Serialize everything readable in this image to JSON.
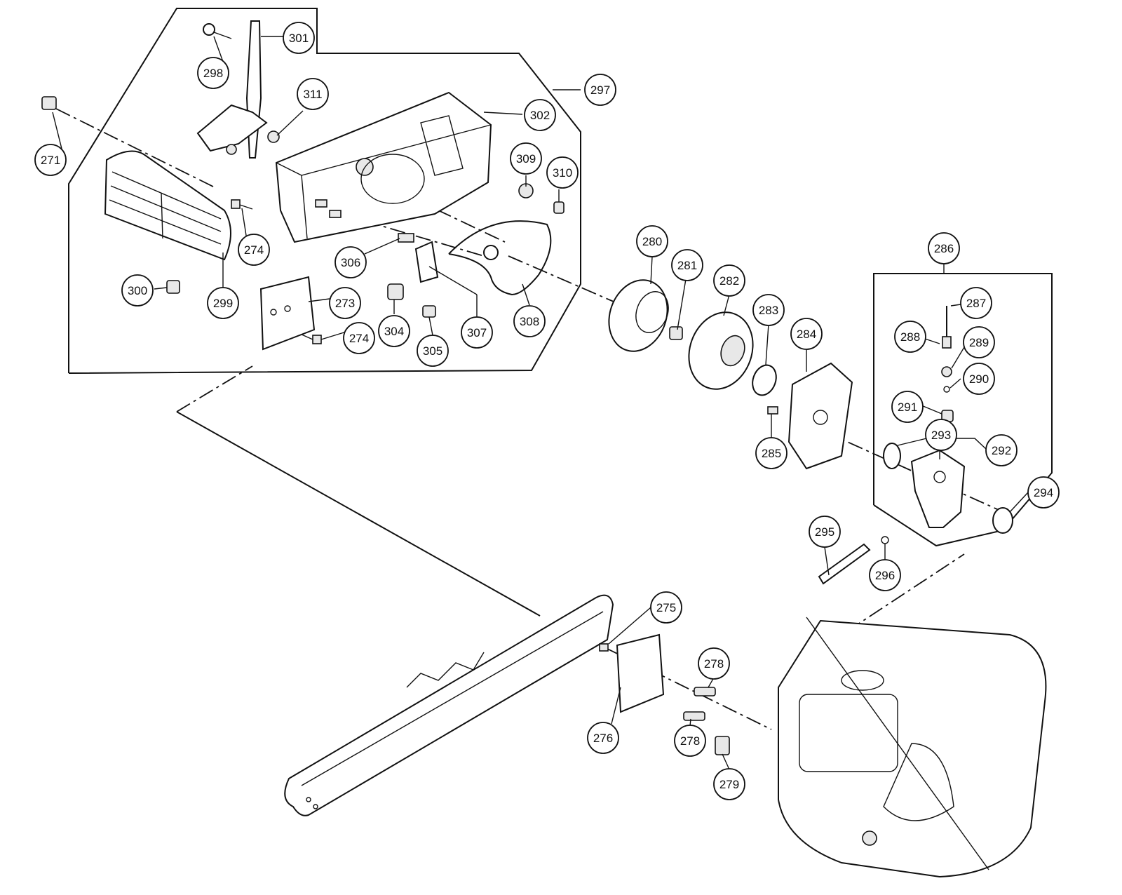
{
  "diagram": {
    "callouts": [
      {
        "id": "271",
        "label": "271"
      },
      {
        "id": "273",
        "label": "273"
      },
      {
        "id": "274a",
        "label": "274"
      },
      {
        "id": "274b",
        "label": "274"
      },
      {
        "id": "275",
        "label": "275"
      },
      {
        "id": "276",
        "label": "276"
      },
      {
        "id": "278a",
        "label": "278"
      },
      {
        "id": "278b",
        "label": "278"
      },
      {
        "id": "279",
        "label": "279"
      },
      {
        "id": "280",
        "label": "280"
      },
      {
        "id": "281",
        "label": "281"
      },
      {
        "id": "282",
        "label": "282"
      },
      {
        "id": "283",
        "label": "283"
      },
      {
        "id": "284",
        "label": "284"
      },
      {
        "id": "285",
        "label": "285"
      },
      {
        "id": "286",
        "label": "286"
      },
      {
        "id": "287",
        "label": "287"
      },
      {
        "id": "288",
        "label": "288"
      },
      {
        "id": "289",
        "label": "289"
      },
      {
        "id": "290",
        "label": "290"
      },
      {
        "id": "291",
        "label": "291"
      },
      {
        "id": "292",
        "label": "292"
      },
      {
        "id": "293",
        "label": "293"
      },
      {
        "id": "294",
        "label": "294"
      },
      {
        "id": "295",
        "label": "295"
      },
      {
        "id": "296",
        "label": "296"
      },
      {
        "id": "297",
        "label": "297"
      },
      {
        "id": "298",
        "label": "298"
      },
      {
        "id": "299",
        "label": "299"
      },
      {
        "id": "300",
        "label": "300"
      },
      {
        "id": "301",
        "label": "301"
      },
      {
        "id": "302",
        "label": "302"
      },
      {
        "id": "304",
        "label": "304"
      },
      {
        "id": "305",
        "label": "305"
      },
      {
        "id": "306",
        "label": "306"
      },
      {
        "id": "307",
        "label": "307"
      },
      {
        "id": "308",
        "label": "308"
      },
      {
        "id": "309",
        "label": "309"
      },
      {
        "id": "310",
        "label": "310"
      },
      {
        "id": "311",
        "label": "311"
      }
    ]
  }
}
